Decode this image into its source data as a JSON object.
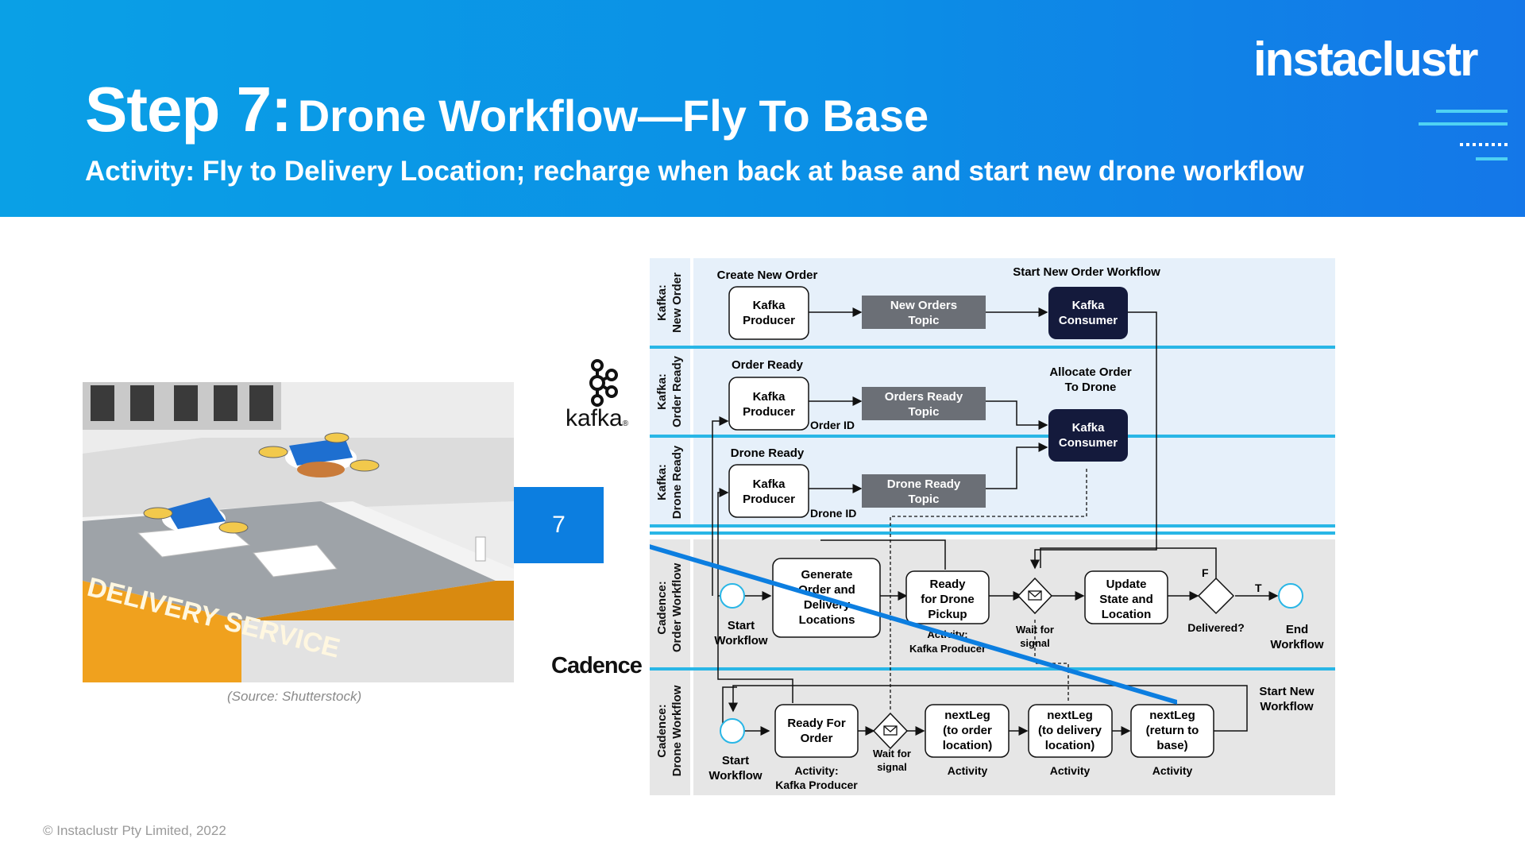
{
  "header": {
    "step": "Step 7:",
    "title": "Drone Workflow—Fly To Base",
    "subtitle": "Activity: Fly to Delivery Location; recharge when back at base and start new drone workflow",
    "logo": "instaclustr"
  },
  "photo": {
    "sign_text": "DELIVERY SERVICE",
    "caption": "(Source: Shutterstock)"
  },
  "logos": {
    "kafka": "kafka",
    "cadence": "Cadence"
  },
  "step_marker": "7",
  "diagram": {
    "lanes": [
      {
        "line1": "Kafka:",
        "line2": "New Order"
      },
      {
        "line1": "Kafka:",
        "line2": "Order Ready"
      },
      {
        "line1": "Kafka:",
        "line2": "Drone Ready"
      },
      {
        "line1": "Cadence:",
        "line2": "Order Workflow"
      },
      {
        "line1": "Cadence:",
        "line2": "Drone Workflow"
      }
    ],
    "lane1": {
      "create_new_order": "Create New Order",
      "producer": [
        "Kafka",
        "Producer"
      ],
      "topic": [
        "New Orders",
        "Topic"
      ],
      "start_new_order_workflow": "Start New Order Workflow",
      "consumer": [
        "Kafka",
        "Consumer"
      ]
    },
    "lane2": {
      "order_ready": "Order Ready",
      "producer": [
        "Kafka",
        "Producer"
      ],
      "order_id": "Order ID",
      "topic": [
        "Orders Ready",
        "Topic"
      ],
      "allocate": [
        "Allocate Order",
        "To Drone"
      ],
      "consumer": [
        "Kafka",
        "Consumer"
      ]
    },
    "lane3": {
      "drone_ready": "Drone Ready",
      "producer": [
        "Kafka",
        "Producer"
      ],
      "drone_id": "Drone ID",
      "topic": [
        "Drone Ready",
        "Topic"
      ]
    },
    "order_workflow": {
      "start": [
        "Start",
        "Workflow"
      ],
      "generate": [
        "Generate",
        "Order and",
        "Delivery",
        "Locations"
      ],
      "ready_pickup": [
        "Ready",
        "for Drone",
        "Pickup"
      ],
      "ready_pickup_sub": [
        "Activity:",
        "Kafka Producer"
      ],
      "wait": [
        "Wait for",
        "signal"
      ],
      "update": [
        "Update",
        "State and",
        "Location"
      ],
      "delivered": "Delivered?",
      "f": "F",
      "t": "T",
      "end": [
        "End",
        "Workflow"
      ]
    },
    "drone_workflow": {
      "start": [
        "Start",
        "Workflow"
      ],
      "ready_for_order": [
        "Ready For",
        "Order"
      ],
      "ready_for_order_sub": [
        "Activity:",
        "Kafka Producer"
      ],
      "wait": [
        "Wait for",
        "signal"
      ],
      "leg1": [
        "nextLeg",
        "(to order",
        "location)"
      ],
      "leg2": [
        "nextLeg",
        "(to delivery",
        "location)"
      ],
      "leg3": [
        "nextLeg",
        "(return to",
        "base)"
      ],
      "activity": "Activity",
      "start_new": [
        "Start New",
        "Workflow"
      ]
    }
  },
  "footer": "© Instaclustr Pty Limited, 2022",
  "colors": {
    "header_blue": "#0aa0e6",
    "accent_blue": "#0c7ee0",
    "lane_kafka": "#e6f0fa",
    "lane_cadence": "#e6e6e6",
    "lane_divider": "#29b6e6",
    "topic_gray": "#6b6f76",
    "consumer_navy": "#141a3c",
    "photo_orange": "#f0a11e"
  }
}
